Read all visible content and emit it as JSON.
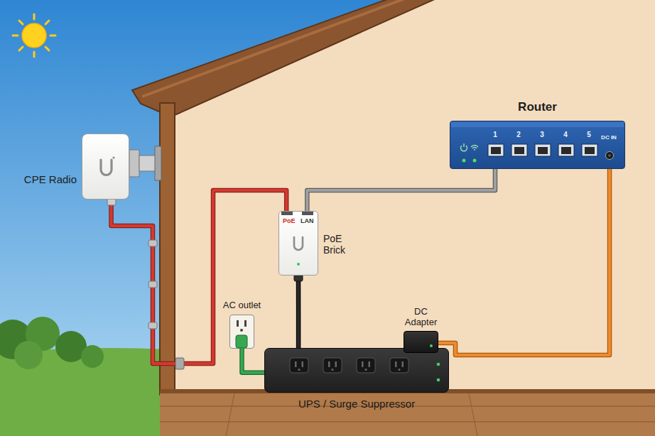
{
  "diagram": {
    "nodes": [
      {
        "text": [
          "CPE Radio"
        ]
      },
      {
        "text": [
          "PoE",
          "LAN",
          "PoE Brick"
        ]
      },
      {
        "text": [
          "Router"
        ]
      },
      {
        "text": [
          "AC outlet"
        ]
      },
      {
        "text": [
          "UPS / Surge Suppressor"
        ]
      },
      {
        "text": [
          "DC Adapter"
        ]
      }
    ],
    "edges": [
      {
        "from": 0,
        "to": 1,
        "arrow": "none"
      },
      {
        "from": 1,
        "to": 2,
        "arrow": "none"
      },
      {
        "from": 1,
        "to": 4,
        "arrow": "none"
      },
      {
        "from": 4,
        "to": 3,
        "arrow": "none"
      },
      {
        "from": 5,
        "to": 2,
        "arrow": "none"
      }
    ],
    "labels": [
      "1",
      "2",
      "3",
      "4",
      "5",
      "DC IN"
    ]
  }
}
